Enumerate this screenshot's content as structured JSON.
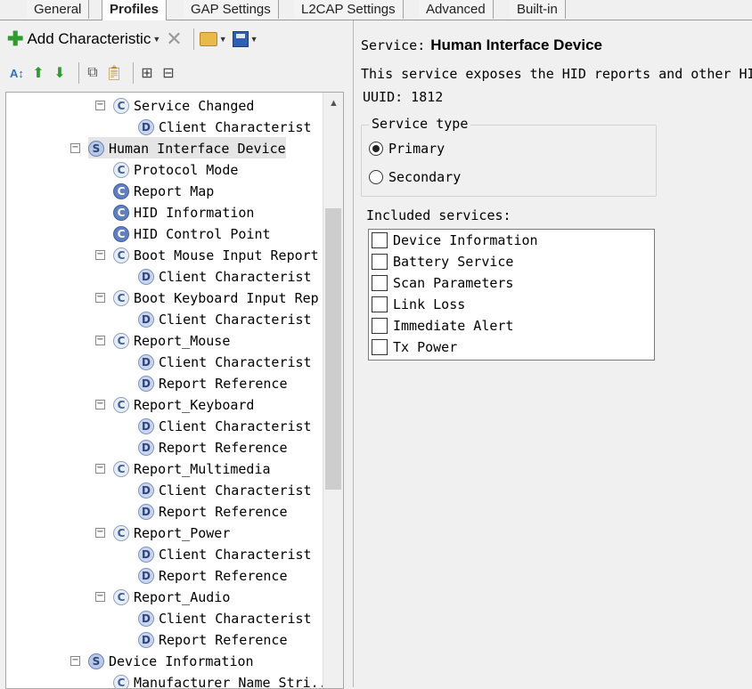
{
  "tabs": [
    {
      "label": "General",
      "active": false
    },
    {
      "label": "Profiles",
      "active": true
    },
    {
      "label": "GAP Settings",
      "active": false
    },
    {
      "label": "L2CAP Settings",
      "active": false
    },
    {
      "label": "Advanced",
      "active": false
    },
    {
      "label": "Built-in",
      "active": false
    }
  ],
  "toolbar": {
    "add_characteristic_label": "Add Characteristic"
  },
  "tree": [
    {
      "label": "Service Changed",
      "type": "C"
    },
    {
      "label": "Client Characterist",
      "type": "D"
    },
    {
      "label": "Human Interface Device",
      "type": "S"
    },
    {
      "label": "Protocol Mode",
      "type": "C"
    },
    {
      "label": "Report Map",
      "type": "Cs"
    },
    {
      "label": "HID Information",
      "type": "Cs"
    },
    {
      "label": "HID Control Point",
      "type": "Cs"
    },
    {
      "label": "Boot Mouse Input Report",
      "type": "C"
    },
    {
      "label": "Client Characterist",
      "type": "D"
    },
    {
      "label": "Boot Keyboard Input Rep",
      "type": "C"
    },
    {
      "label": "Client Characterist",
      "type": "D"
    },
    {
      "label": "Report_Mouse",
      "type": "C"
    },
    {
      "label": "Client Characterist",
      "type": "D"
    },
    {
      "label": "Report Reference",
      "type": "D"
    },
    {
      "label": "Report_Keyboard",
      "type": "C"
    },
    {
      "label": "Client Characterist",
      "type": "D"
    },
    {
      "label": "Report Reference",
      "type": "D"
    },
    {
      "label": "Report_Multimedia",
      "type": "C"
    },
    {
      "label": "Client Characterist",
      "type": "D"
    },
    {
      "label": "Report Reference",
      "type": "D"
    },
    {
      "label": "Report_Power",
      "type": "C"
    },
    {
      "label": "Client Characterist",
      "type": "D"
    },
    {
      "label": "Report Reference",
      "type": "D"
    },
    {
      "label": "Report_Audio",
      "type": "C"
    },
    {
      "label": "Client Characterist",
      "type": "D"
    },
    {
      "label": "Report Reference",
      "type": "D"
    },
    {
      "label": "Device Information",
      "type": "S"
    },
    {
      "label": "Manufacturer Name Stri...",
      "type": "C"
    }
  ],
  "detail": {
    "service_label": "Service:",
    "service_name": "Human Interface Device",
    "description": "This service exposes the HID reports and other HI",
    "uuid": "UUID: 1812",
    "service_type_label": "Service type",
    "primary_label": "Primary",
    "secondary_label": "Secondary",
    "selected_type": "Primary",
    "included_label": "Included services:",
    "included": [
      "Device Information",
      "Battery Service",
      "Scan Parameters",
      "Link Loss",
      "Immediate Alert",
      "Tx Power"
    ]
  }
}
